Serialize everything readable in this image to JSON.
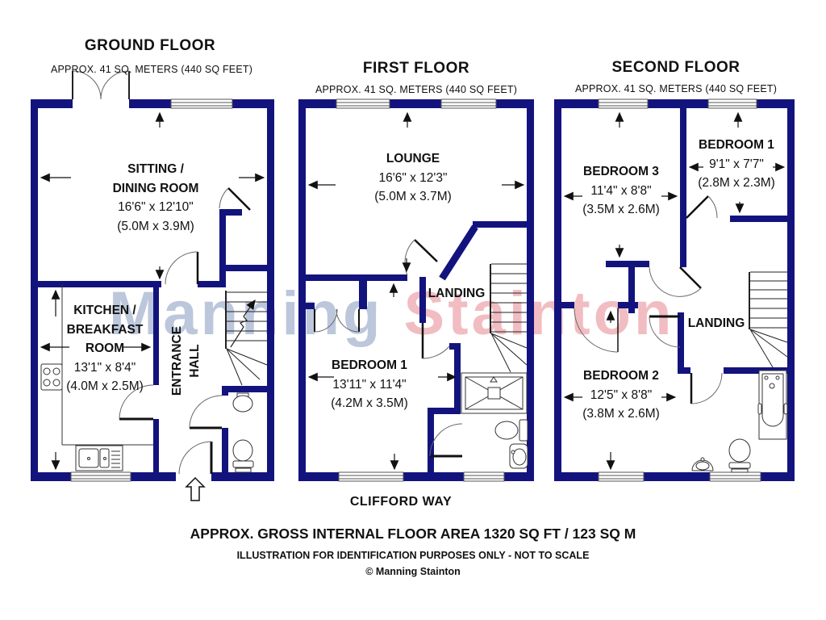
{
  "watermark": {
    "part1": "Manning",
    "part2": "Stainton"
  },
  "floors": [
    {
      "title": "GROUND FLOOR",
      "subtitle": "APPROX. 41 SQ. METERS (440 SQ FEET)"
    },
    {
      "title": "FIRST FLOOR",
      "subtitle": "APPROX. 41 SQ. METERS (440 SQ FEET)"
    },
    {
      "title": "SECOND FLOOR",
      "subtitle": "APPROX. 41 SQ. METERS (440 SQ FEET)"
    }
  ],
  "rooms": {
    "sitting_dining": {
      "name_line1": "SITTING /",
      "name_line2": "DINING ROOM",
      "size_imperial": "16'6\" x 12'10\"",
      "size_metric": "(5.0M x 3.9M)"
    },
    "kitchen": {
      "name_line1": "KITCHEN /",
      "name_line2": "BREAKFAST",
      "name_line3": "ROOM",
      "size_imperial": "13'1\" x 8'4\"",
      "size_metric": "(4.0M x 2.5M)"
    },
    "entrance_hall": {
      "name": "ENTRANCE HALL"
    },
    "lounge": {
      "name": "LOUNGE",
      "size_imperial": "16'6\" x 12'3\"",
      "size_metric": "(5.0M x 3.7M)"
    },
    "ff_bedroom1": {
      "name": "BEDROOM 1",
      "size_imperial": "13'11\" x 11'4\"",
      "size_metric": "(4.2M x 3.5M)"
    },
    "ff_landing": {
      "name": "LANDING"
    },
    "sf_bedroom1": {
      "name": "BEDROOM 1",
      "size_imperial": "9'1\" x 7'7\"",
      "size_metric": "(2.8M x 2.3M)"
    },
    "sf_bedroom2": {
      "name": "BEDROOM 2",
      "size_imperial": "12'5\" x 8'8\"",
      "size_metric": "(3.8M x 2.6M)"
    },
    "sf_bedroom3": {
      "name": "BEDROOM 3",
      "size_imperial": "11'4\" x 8'8\"",
      "size_metric": "(3.5M x 2.6M)"
    },
    "sf_landing": {
      "name": "LANDING"
    }
  },
  "footer": {
    "street": "CLIFFORD WAY",
    "area": "APPROX. GROSS INTERNAL FLOOR AREA 1320 SQ FT / 123 SQ M",
    "disclaimer": "ILLUSTRATION FOR IDENTIFICATION PURPOSES ONLY - NOT TO SCALE",
    "copyright": "© Manning Stainton"
  },
  "colors": {
    "wall": "#13137E",
    "watermark_blue": "#b0bdd6",
    "watermark_pink": "#eeb2b7"
  }
}
